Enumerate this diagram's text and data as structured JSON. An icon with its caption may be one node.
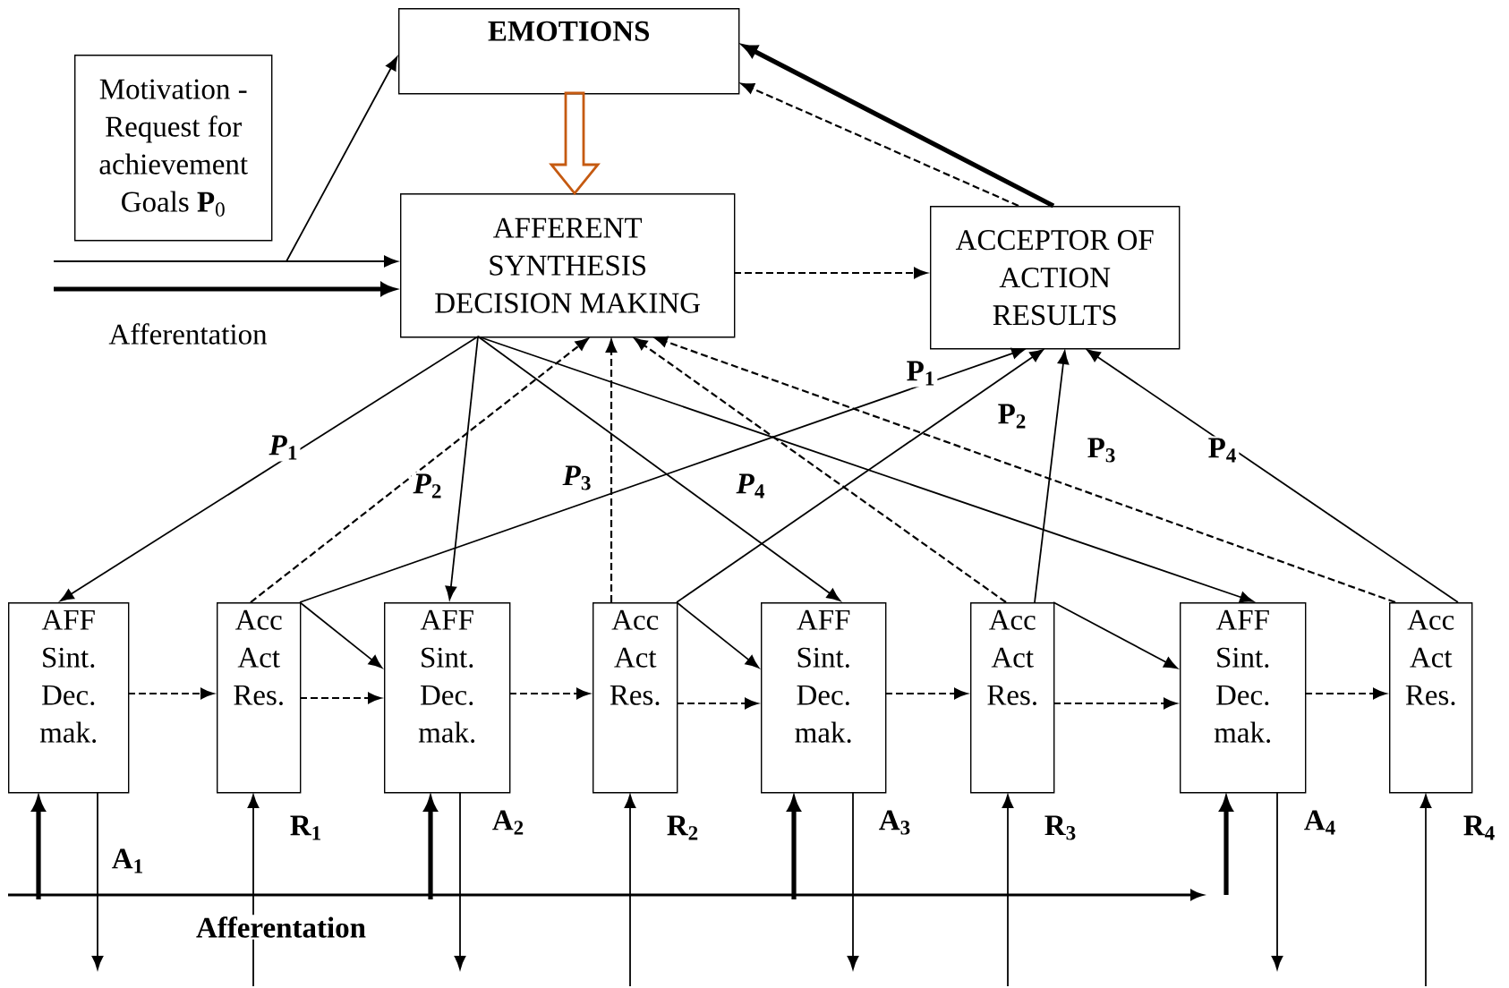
{
  "diagram": {
    "nodes": [
      {
        "text": [
          "EMOTIONS"
        ]
      },
      {
        "text": [
          "Motivation - Request for achievement Goals **P**$_{0}$"
        ]
      },
      {
        "text": [
          "AFFERENT SYNTHESIS DECISION MAKING"
        ]
      },
      {
        "text": [
          "ACCEPTOR OF ACTION RESULTS"
        ]
      },
      {
        "text": [
          "AFF Sint. Dec. mak."
        ]
      },
      {
        "text": [
          "Acc Act Res."
        ]
      },
      {
        "text": [
          "AFF Sint. Dec. mak."
        ]
      },
      {
        "text": [
          "Acc Act Res."
        ]
      },
      {
        "text": [
          "AFF Sint. Dec. mak."
        ]
      },
      {
        "text": [
          "Acc Act Res."
        ]
      },
      {
        "text": [
          "AFF Sint. Dec. mak."
        ]
      },
      {
        "text": [
          "Acc Act Res."
        ]
      }
    ],
    "edges": [
      {
        "from": null,
        "to": 0,
        "arrow": "to"
      },
      {
        "from": null,
        "to": 2,
        "arrow": "to"
      },
      {
        "from": null,
        "to": 2,
        "arrow": "to",
        "style": "thick"
      },
      {
        "from": 0,
        "to": 2,
        "arrow": "to",
        "style": "thick",
        "color": "#c55a11"
      },
      {
        "from": 3,
        "to": 0,
        "arrow": "to",
        "style": "thick"
      },
      {
        "from": 3,
        "to": 0,
        "arrow": "to",
        "style": "dashed"
      },
      {
        "from": 2,
        "to": 3,
        "arrow": "to",
        "style": "dashed"
      },
      {
        "from": 2,
        "to": 4,
        "arrow": "to"
      },
      {
        "from": 2,
        "to": 6,
        "arrow": "to"
      },
      {
        "from": 2,
        "to": 8,
        "arrow": "to"
      },
      {
        "from": 2,
        "to": 10,
        "arrow": "to"
      },
      {
        "from": 5,
        "to": 2,
        "arrow": "to",
        "style": "dashed"
      },
      {
        "from": 7,
        "to": 2,
        "arrow": "to",
        "style": "dashed"
      },
      {
        "from": 9,
        "to": 2,
        "arrow": "to",
        "style": "dashed"
      },
      {
        "from": 11,
        "to": 2,
        "arrow": "to",
        "style": "dashed"
      },
      {
        "from": 5,
        "to": 3,
        "arrow": "to",
        "label": "P$_{1}$"
      },
      {
        "from": 7,
        "to": 3,
        "arrow": "to",
        "label": "P$_{2}$"
      },
      {
        "from": 9,
        "to": 3,
        "arrow": "to",
        "label": "P$_{3}$"
      },
      {
        "from": 11,
        "to": 3,
        "arrow": "to",
        "label": "P$_{4}$"
      },
      {
        "from": 4,
        "to": 5,
        "arrow": "to",
        "style": "dashed"
      },
      {
        "from": 5,
        "to": 6,
        "arrow": "to",
        "style": "dashed"
      },
      {
        "from": 5,
        "to": 6,
        "arrow": "to"
      },
      {
        "from": 6,
        "to": 7,
        "arrow": "to",
        "style": "dashed"
      },
      {
        "from": 7,
        "to": 8,
        "arrow": "to",
        "style": "dashed"
      },
      {
        "from": 7,
        "to": 8,
        "arrow": "to"
      },
      {
        "from": 8,
        "to": 9,
        "arrow": "to",
        "style": "dashed"
      },
      {
        "from": 9,
        "to": 10,
        "arrow": "to",
        "style": "dashed"
      },
      {
        "from": 9,
        "to": 10,
        "arrow": "to"
      },
      {
        "from": 10,
        "to": 11,
        "arrow": "to",
        "style": "dashed"
      },
      {
        "from": null,
        "to": 4,
        "arrow": "to",
        "style": "thick"
      },
      {
        "from": null,
        "to": 6,
        "arrow": "to",
        "style": "thick"
      },
      {
        "from": null,
        "to": 8,
        "arrow": "to",
        "style": "thick"
      },
      {
        "from": null,
        "to": 10,
        "arrow": "to",
        "style": "thick"
      },
      {
        "from": 4,
        "to": null,
        "arrow": "to",
        "label": "A$_{1}$"
      },
      {
        "from": 6,
        "to": null,
        "arrow": "to",
        "label": "A$_{2}$"
      },
      {
        "from": 8,
        "to": null,
        "arrow": "to",
        "label": "A$_{3}$"
      },
      {
        "from": 10,
        "to": null,
        "arrow": "to",
        "label": "A$_{4}$"
      },
      {
        "from": null,
        "to": 5,
        "arrow": "to",
        "label": "R$_{1}$"
      },
      {
        "from": null,
        "to": 7,
        "arrow": "to",
        "label": "R$_{2}$"
      },
      {
        "from": null,
        "to": 9,
        "arrow": "to",
        "label": "R$_{3}$"
      },
      {
        "from": null,
        "to": 11,
        "arrow": "to",
        "label": "R$_{4}$"
      }
    ],
    "labels": [
      "Afferentation",
      "*P*$_{1}$",
      "*P*$_{2}$",
      "*P*$_{3}$",
      "*P*$_{4}$",
      "Afferentation"
    ]
  }
}
